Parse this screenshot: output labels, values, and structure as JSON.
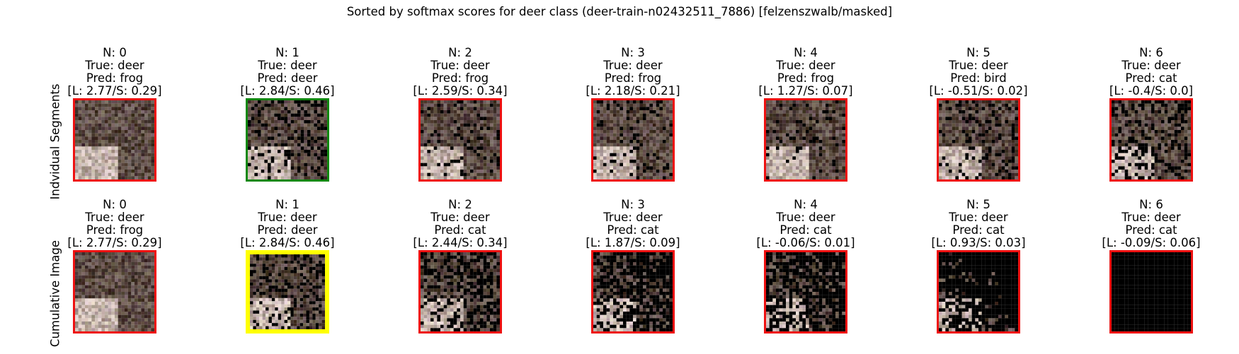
{
  "suptitle": "Sorted by softmax scores for deer class (deer-train-n02432511_7886) [felzenszwalb/masked]",
  "row_labels": [
    "Indvidual Segments",
    "Cumulative Image"
  ],
  "colors": {
    "miss": "#ee1111",
    "hit": "#118811",
    "best": "#ffff00",
    "mask": "#000000"
  },
  "rows": [
    {
      "panels": [
        {
          "n": "N: 0",
          "true": "True: deer",
          "pred": "Pred: frog",
          "scores": "[L: 2.77/S: 0.29]",
          "border": "miss",
          "mask_level": 0.0
        },
        {
          "n": "N: 1",
          "true": "True: deer",
          "pred": "Pred: deer",
          "scores": "[L: 2.84/S: 0.46]",
          "border": "hit",
          "mask_level": 0.25
        },
        {
          "n": "N: 2",
          "true": "True: deer",
          "pred": "Pred: frog",
          "scores": "[L: 2.59/S: 0.34]",
          "border": "miss",
          "mask_level": 0.12
        },
        {
          "n": "N: 3",
          "true": "True: deer",
          "pred": "Pred: frog",
          "scores": "[L: 2.18/S: 0.21]",
          "border": "miss",
          "mask_level": 0.15
        },
        {
          "n": "N: 4",
          "true": "True: deer",
          "pred": "Pred: frog",
          "scores": "[L: 1.27/S: 0.07]",
          "border": "miss",
          "mask_level": 0.08
        },
        {
          "n": "N: 5",
          "true": "True: deer",
          "pred": "Pred: bird",
          "scores": "[L: -0.51/S: 0.02]",
          "border": "miss",
          "mask_level": 0.2
        },
        {
          "n": "N: 6",
          "true": "True: deer",
          "pred": "Pred: cat",
          "scores": "[L: -0.4/S: 0.0]",
          "border": "miss",
          "mask_level": 0.3
        }
      ]
    },
    {
      "panels": [
        {
          "n": "N: 0",
          "true": "True: deer",
          "pred": "Pred: frog",
          "scores": "[L: 2.77/S: 0.29]",
          "border": "miss",
          "mask_level": 0.0
        },
        {
          "n": "N: 1",
          "true": "True: deer",
          "pred": "Pred: deer",
          "scores": "[L: 2.84/S: 0.46]",
          "border": "best",
          "mask_level": 0.25
        },
        {
          "n": "N: 2",
          "true": "True: deer",
          "pred": "Pred: cat",
          "scores": "[L: 2.44/S: 0.34]",
          "border": "miss",
          "mask_level": 0.4
        },
        {
          "n": "N: 3",
          "true": "True: deer",
          "pred": "Pred: cat",
          "scores": "[L: 1.87/S: 0.09]",
          "border": "miss",
          "mask_level": 0.55
        },
        {
          "n": "N: 4",
          "true": "True: deer",
          "pred": "Pred: cat",
          "scores": "[L: -0.06/S: 0.01]",
          "border": "miss",
          "mask_level": 0.65
        },
        {
          "n": "N: 5",
          "true": "True: deer",
          "pred": "Pred: cat",
          "scores": "[L: 0.93/S: 0.03]",
          "border": "miss",
          "mask_level": 0.85
        },
        {
          "n": "N: 6",
          "true": "True: deer",
          "pred": "Pred: cat",
          "scores": "[L: -0.09/S: 0.06]",
          "border": "miss",
          "mask_level": 1.0
        }
      ]
    }
  ]
}
